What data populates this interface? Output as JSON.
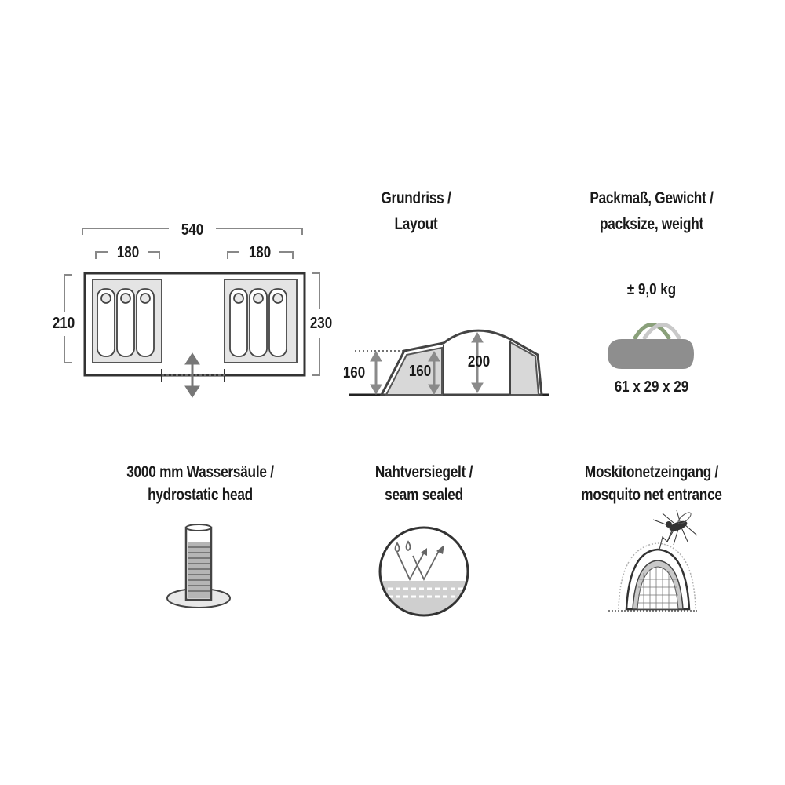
{
  "titles": {
    "layout_line1": "Grundriss /",
    "layout_line2": "Layout",
    "pack_line1": "Packmaß, Gewicht /",
    "pack_line2": "packsize, weight",
    "water_line1": "3000 mm Wassersäule /",
    "water_line2": "hydrostatic head",
    "seam_line1": "Nahtversiegelt /",
    "seam_line2": "seam sealed",
    "mosquito_line1": "Moskitonetzeingang /",
    "mosquito_line2": "mosquito net entrance"
  },
  "floorplan": {
    "total_width": "540",
    "cabin_left_width": "180",
    "cabin_right_width": "180",
    "depth_left": "210",
    "depth_right": "230"
  },
  "side_view": {
    "outer_height": "160",
    "cabin_height": "160",
    "center_height": "200"
  },
  "pack": {
    "weight": "± 9,0 kg",
    "size": "61 x 29 x 29"
  },
  "colors": {
    "line": "#222222",
    "fill_light": "#e6e6e6",
    "fill_mid": "#bdbdbd",
    "arrow_gray": "#8a8a8a",
    "accent_yellow": "#f2d600"
  },
  "icons": {
    "sleeping_bag": "sleeping-bag-icon",
    "water_column": "water-column-icon",
    "seam": "seam-sealed-icon",
    "mosquito": "mosquito-net-icon",
    "bag": "duffel-bag-icon"
  }
}
